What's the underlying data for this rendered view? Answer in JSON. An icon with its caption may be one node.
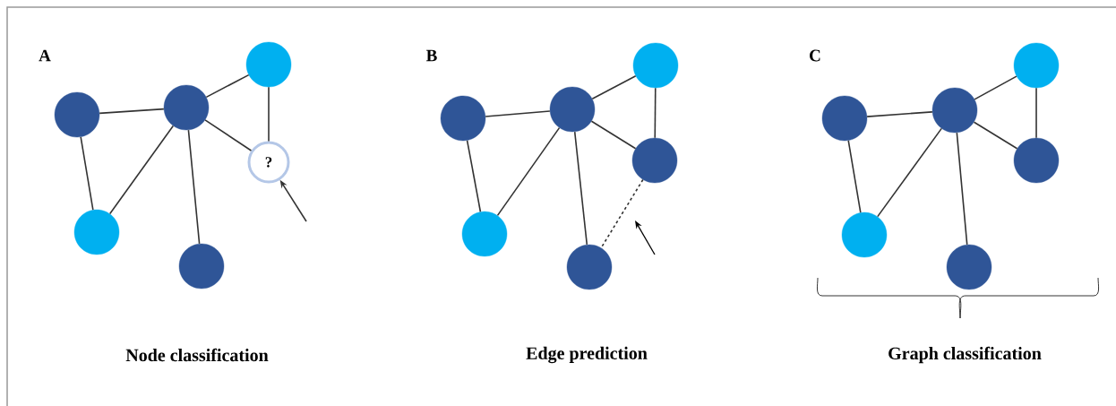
{
  "diagram": {
    "nodes": [
      {
        "text": [],
        "shape": "circle"
      },
      {
        "text": [],
        "shape": "circle"
      },
      {
        "text": [],
        "shape": "circle"
      },
      {
        "text": [
          "?"
        ]
      },
      {
        "text": [],
        "shape": "circle"
      },
      {
        "text": [],
        "shape": "circle"
      },
      {
        "text": [],
        "shape": "circle"
      },
      {
        "text": [],
        "shape": "circle"
      },
      {
        "text": [],
        "shape": "circle"
      },
      {
        "text": [],
        "shape": "circle"
      },
      {
        "text": [],
        "shape": "circle"
      },
      {
        "text": [],
        "shape": "circle"
      },
      {
        "text": [],
        "shape": "circle"
      },
      {
        "text": [],
        "shape": "circle"
      },
      {
        "text": [],
        "shape": "circle"
      },
      {
        "text": [],
        "shape": "circle"
      },
      {
        "text": [],
        "shape": "circle"
      },
      {
        "text": [],
        "shape": "circle"
      }
    ],
    "edges": [
      {
        "from": 0,
        "to": 1,
        "arrow": "none"
      },
      {
        "from": 1,
        "to": 2,
        "arrow": "none"
      },
      {
        "from": 1,
        "to": 3,
        "arrow": "none"
      },
      {
        "from": 2,
        "to": 3,
        "arrow": "none"
      },
      {
        "from": 0,
        "to": 4,
        "arrow": "none"
      },
      {
        "from": 1,
        "to": 4,
        "arrow": "none"
      },
      {
        "from": 1,
        "to": 5,
        "arrow": "none"
      },
      {
        "from": null,
        "to": 3,
        "arrow": "to"
      },
      {
        "from": 6,
        "to": 7,
        "arrow": "none"
      },
      {
        "from": 7,
        "to": 8,
        "arrow": "none"
      },
      {
        "from": 7,
        "to": 9,
        "arrow": "none"
      },
      {
        "from": 8,
        "to": 9,
        "arrow": "none"
      },
      {
        "from": 6,
        "to": 10,
        "arrow": "none"
      },
      {
        "from": 7,
        "to": 10,
        "arrow": "none"
      },
      {
        "from": 7,
        "to": 11,
        "arrow": "none"
      },
      {
        "from": 9,
        "to": 11,
        "arrow": "none",
        "style": "dashed"
      },
      {
        "from": 12,
        "to": 13,
        "arrow": "none"
      },
      {
        "from": 13,
        "to": 14,
        "arrow": "none"
      },
      {
        "from": 13,
        "to": 15,
        "arrow": "none"
      },
      {
        "from": 14,
        "to": 15,
        "arrow": "none"
      },
      {
        "from": 12,
        "to": 16,
        "arrow": "none"
      },
      {
        "from": 13,
        "to": 16,
        "arrow": "none"
      },
      {
        "from": 13,
        "to": 17,
        "arrow": "none"
      }
    ],
    "labels": [
      "A",
      "B",
      "C",
      "Node classification",
      "Edge prediction",
      "Graph classification"
    ]
  }
}
